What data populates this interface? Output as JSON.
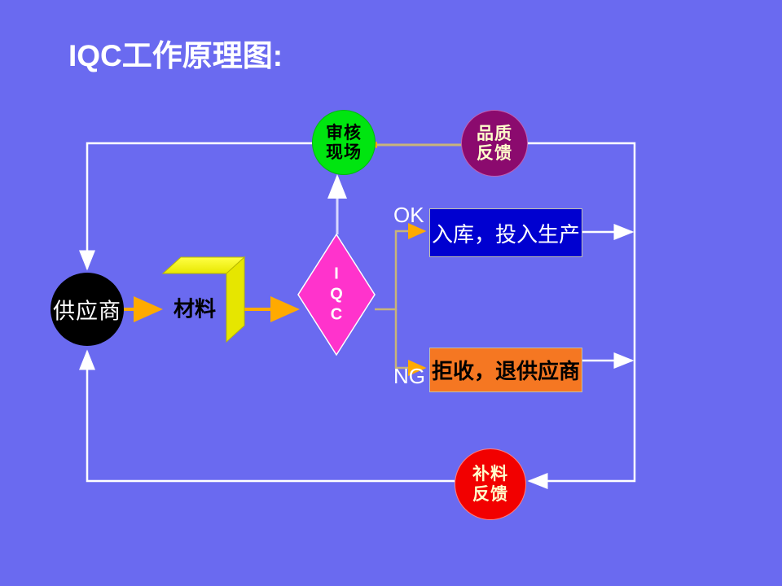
{
  "page": {
    "title": "IQC工作原理图:",
    "background_color": "#6a6af0"
  },
  "colors": {
    "background": "#6a6af0",
    "supplier": "#000000",
    "material": "#ffff00",
    "iqc": "#ff33cc",
    "audit": "#00e510",
    "quality": "#8b0a6e",
    "replenish": "#f20000",
    "accept": "#0000d0",
    "reject": "#f57722",
    "white_wire": "#ffffff",
    "tan_wire": "#c8b47a",
    "arrow_orange": "#ffaa00"
  },
  "nodes": {
    "supplier": {
      "label": "供应商",
      "shape": "circle"
    },
    "material": {
      "label": "材料",
      "shape": "cube"
    },
    "iqc": {
      "label": "I\nQ\nC",
      "line1": "I",
      "line2": "Q",
      "line3": "C",
      "shape": "diamond"
    },
    "audit": {
      "line1": "审核",
      "line2": "现场",
      "shape": "circle"
    },
    "quality": {
      "line1": "品质",
      "line2": "反馈",
      "shape": "circle"
    },
    "replenish": {
      "line1": "补料",
      "line2": "反馈",
      "shape": "circle"
    },
    "accept": {
      "label": "入库，投入生产",
      "shape": "rect"
    },
    "reject": {
      "label": "拒收，退供应商",
      "shape": "rect"
    }
  },
  "edges": {
    "ok_label": "OK",
    "ng_label": "NG"
  }
}
